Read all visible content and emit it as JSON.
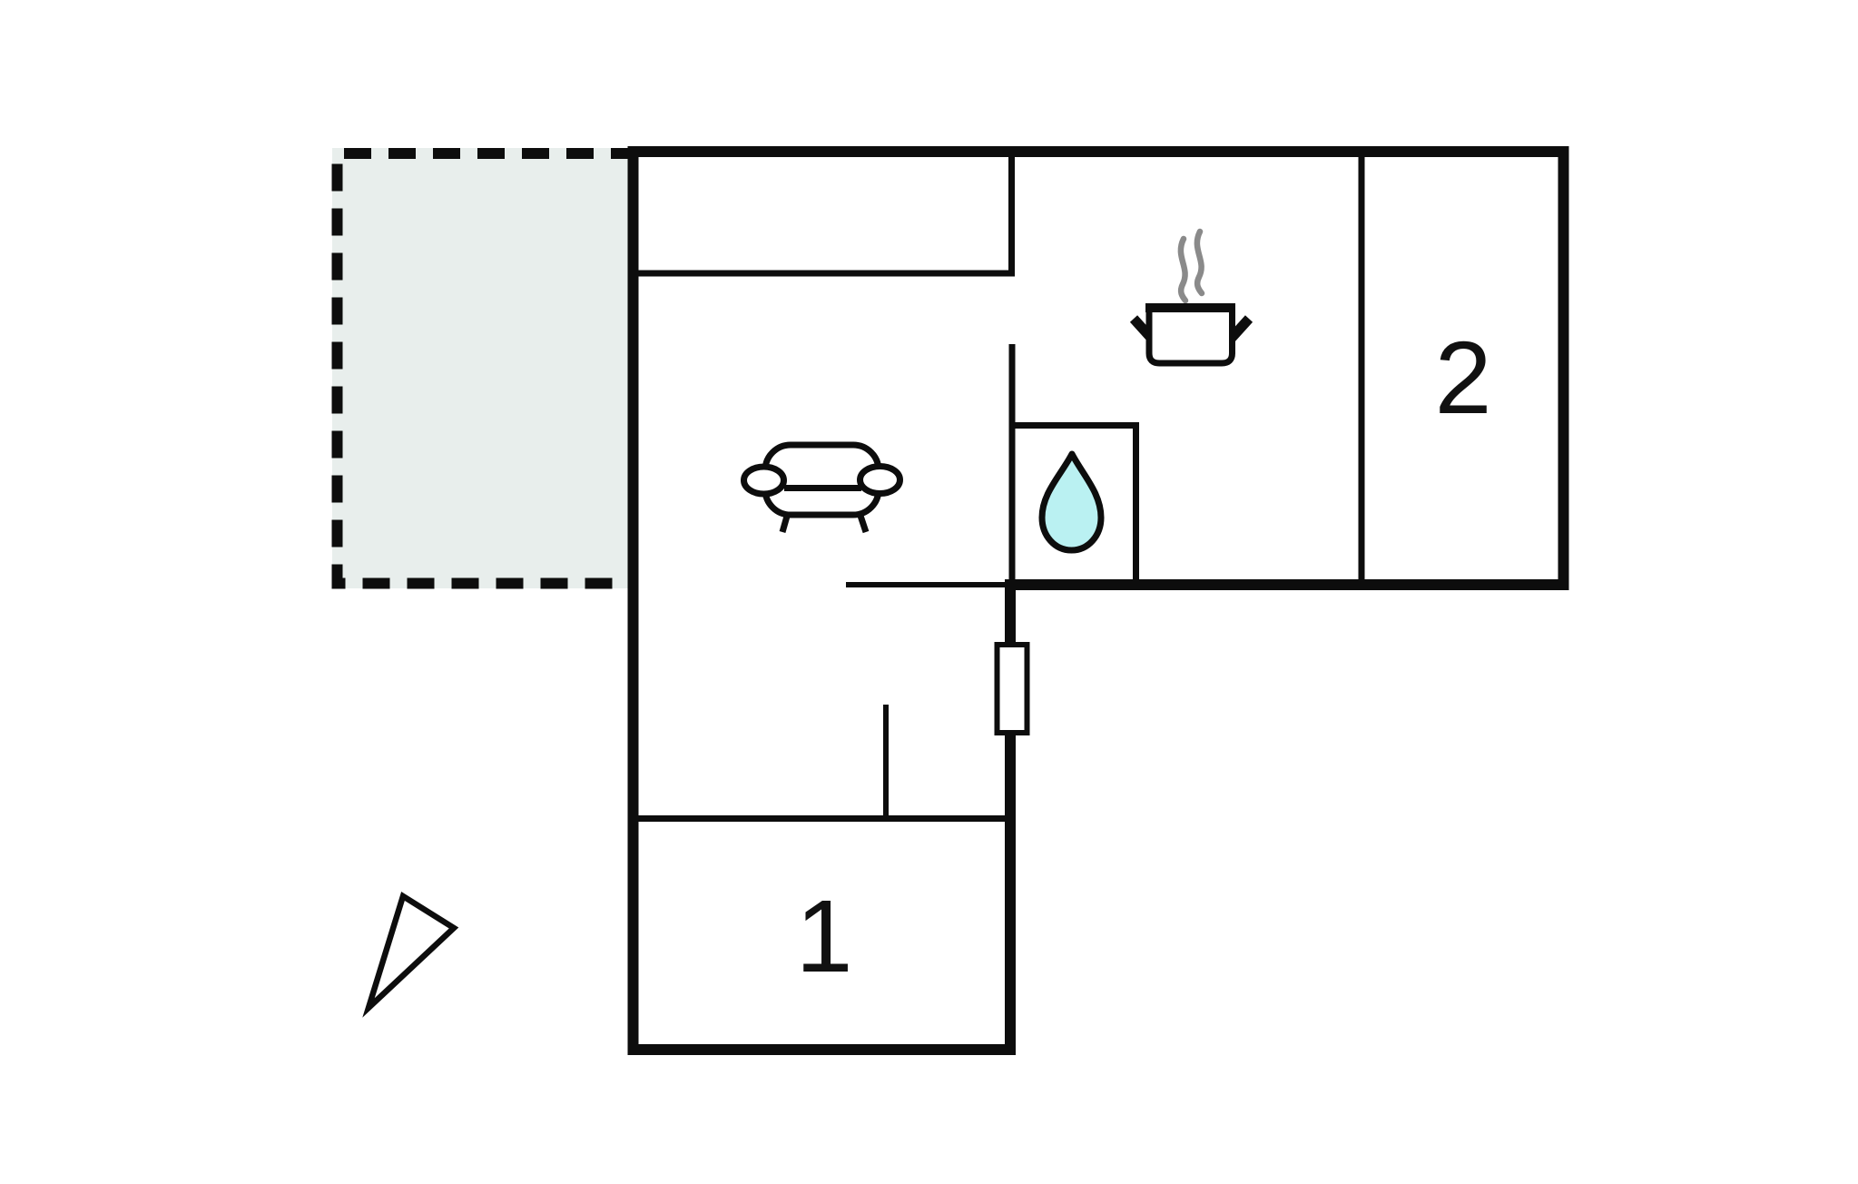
{
  "plan": {
    "name": "holiday-home-floor-plan",
    "rooms": [
      {
        "name": "room-1",
        "label": "1"
      },
      {
        "name": "room-2",
        "label": "2"
      },
      {
        "name": "living-room",
        "icon": "sofa-icon",
        "label": ""
      },
      {
        "name": "kitchen",
        "icon": "cooking-pot-icon",
        "label": ""
      },
      {
        "name": "bathroom",
        "icon": "water-drop-icon",
        "label": ""
      },
      {
        "name": "terrace",
        "icon": "",
        "label": ""
      }
    ],
    "icons": [
      "sofa-icon",
      "cooking-pot-icon",
      "steam-icon",
      "water-drop-icon",
      "door-icon",
      "compass-arrow-icon"
    ]
  },
  "colors": {
    "background": "#ffffff",
    "wall": "#0d0d0d",
    "terrace_fill": "#e8eeec",
    "water_drop_fill": "#baf1f2",
    "steam_gray": "#8a8a8a",
    "label_text": "#111111"
  }
}
